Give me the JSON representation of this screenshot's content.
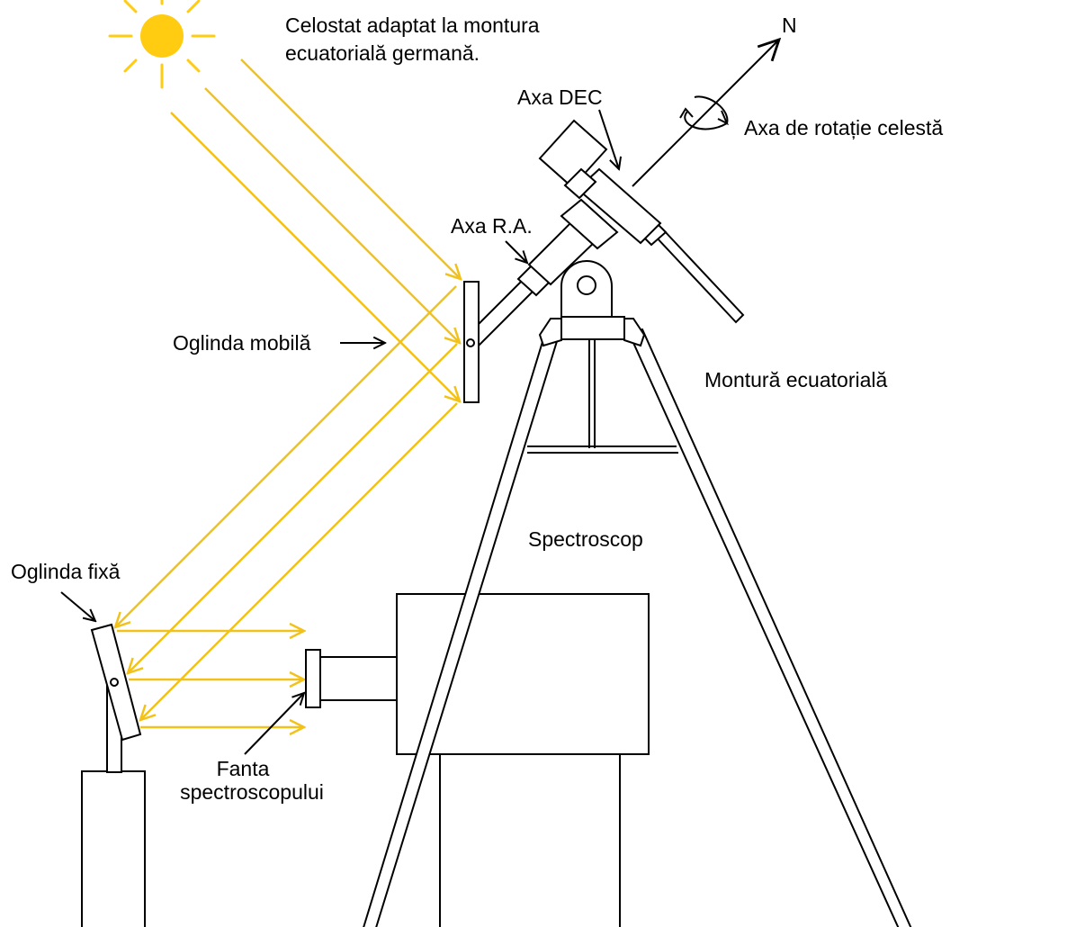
{
  "labels": {
    "title_line1": "Celostat adaptat la montura",
    "title_line2": "ecuatorială germană.",
    "north": "N",
    "dec_axis": "Axa DEC",
    "celestial_axis": "Axa de rotație celestă",
    "ra_axis": "Axa R.A.",
    "mobile_mirror": "Oglinda mobilă",
    "equatorial_mount": "Montură ecuatorială",
    "spectroscope": "Spectroscop",
    "fixed_mirror": "Oglinda fixă",
    "slit_line1": "Fanta",
    "slit_line2": "spectroscopului"
  },
  "colors": {
    "sun": "#ffcc11",
    "light_ray": "#f2c21b",
    "ink": "#000000"
  },
  "icons": {
    "sun": "sun-icon"
  }
}
